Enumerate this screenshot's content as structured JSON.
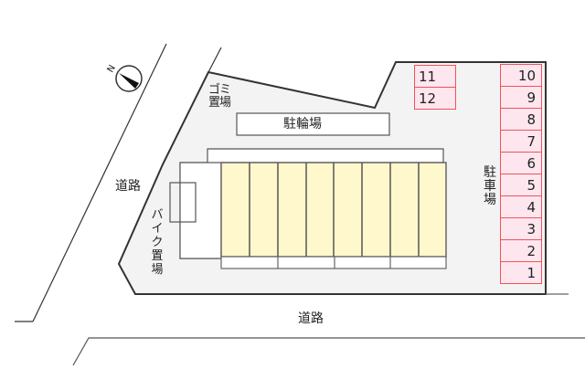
{
  "map": {
    "compass": {
      "icon": "north-arrow-icon",
      "label": "N"
    },
    "roads": {
      "left_label": "道路",
      "bottom_label": "道路"
    },
    "areas": {
      "garbage": "ゴミ\n置場",
      "bicycle_parking": "駐輪場",
      "bike_parking": "バイク置場",
      "car_parking": "駐車場"
    },
    "building": {
      "units": 8,
      "fill_color": "#fff8cc"
    },
    "parking_slots_right": [
      "10",
      "9",
      "8",
      "7",
      "6",
      "5",
      "4",
      "3",
      "2",
      "1"
    ],
    "parking_slots_top": [
      "11",
      "12"
    ],
    "colors": {
      "lot_fill": "#f3f3f3",
      "slot_fill": "#fde6ee",
      "slot_border": "#f2525a",
      "outline": "#333333"
    }
  }
}
